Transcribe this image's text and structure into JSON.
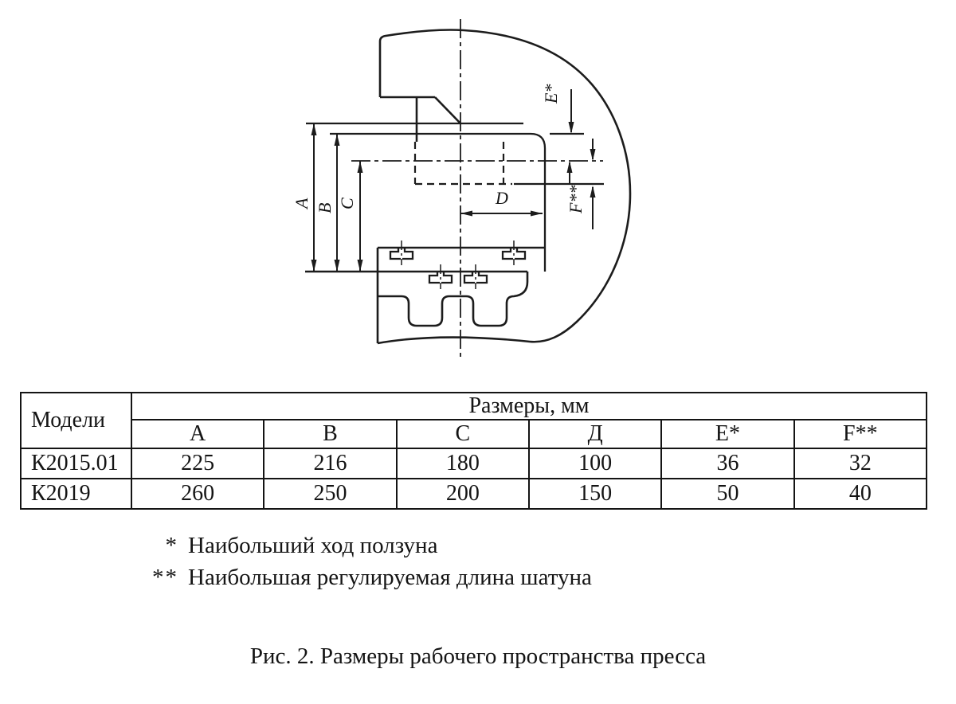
{
  "figure": {
    "dim_labels": {
      "a": "A",
      "b": "B",
      "c": "C",
      "d": "D",
      "e": "E*",
      "f": "F**"
    }
  },
  "table": {
    "col_models": "Модели",
    "col_dimensions": "Размеры, мм",
    "dim_columns": [
      "A",
      "B",
      "C",
      "Д",
      "E*",
      "F**"
    ],
    "rows": [
      {
        "model": "К2015.01",
        "values": [
          "225",
          "216",
          "180",
          "100",
          "36",
          "32"
        ]
      },
      {
        "model": "К2019",
        "values": [
          "260",
          "250",
          "200",
          "150",
          "50",
          "40"
        ]
      }
    ]
  },
  "footnotes": [
    {
      "marker": "*",
      "text": "Наибольший ход ползуна"
    },
    {
      "marker": "**",
      "text": "Наибольшая регулируемая длина шатуна"
    }
  ],
  "caption": "Рис. 2. Размеры рабочего пространства пресса"
}
